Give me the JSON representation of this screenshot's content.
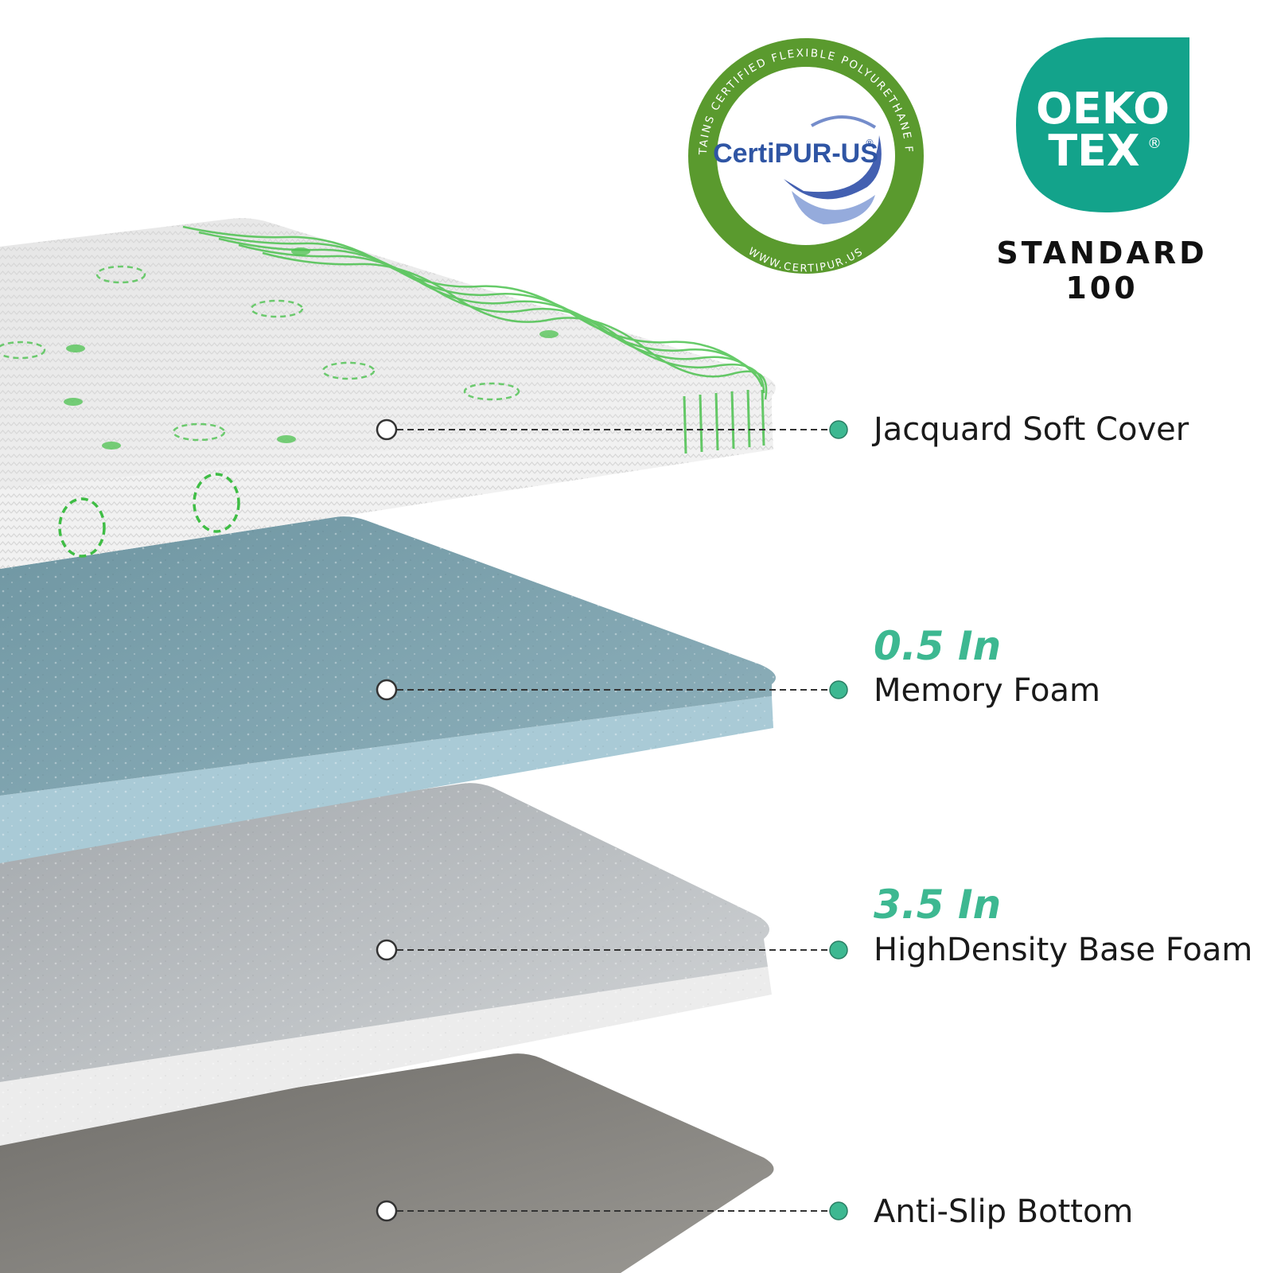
{
  "badges": {
    "certipur": {
      "name": "CertiPUR-US",
      "reg": "®",
      "ring_text_top": "CONTAINS CERTIFIED FLEXIBLE POLYURETHANE FOAM",
      "ring_text_bottom": "WWW.CERTIPUR.US",
      "color": "#5a9a2e"
    },
    "oeko_tex": {
      "line1": "OEKO",
      "line2": "TEX",
      "reg": "®",
      "standard": "STANDARD",
      "number": "100",
      "color": "#13a38b"
    }
  },
  "layers": [
    {
      "name": "Jacquard Soft Cover",
      "thickness": ""
    },
    {
      "name": "Memory Foam",
      "thickness": "0.5 In"
    },
    {
      "name": "HighDensity Base Foam",
      "thickness": "3.5 In"
    },
    {
      "name": "Anti-Slip Bottom",
      "thickness": ""
    }
  ],
  "colors": {
    "accent": "#3db891",
    "cover": "#eeeeee",
    "cover_stripe": "#4cc24f",
    "memory_foam": "#7fa3ad",
    "memory_foam_edge": "#a9cad6",
    "base_foam": "#bcc0c3",
    "base_foam_edge": "#ececec",
    "bottom": "#8e8c87"
  }
}
